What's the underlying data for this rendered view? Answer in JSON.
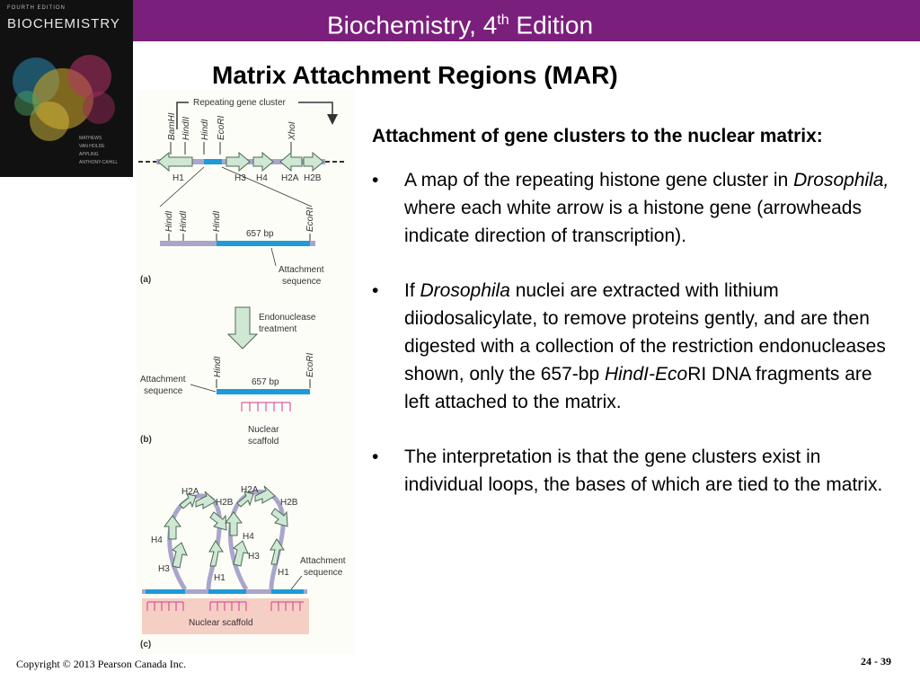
{
  "header": {
    "book_title": "Biochemistry, 4",
    "book_title_sup": "th",
    "book_title_end": " Edition"
  },
  "cover": {
    "edition": "FOURTH EDITION",
    "title": "BIOCHEMISTRY",
    "authors": [
      "MATHEWS",
      "VAN HOLDE",
      "APPLING",
      "ANTHONY-CAHILL"
    ]
  },
  "slide": {
    "title": "Matrix Attachment Regions (MAR)"
  },
  "figure": {
    "a": {
      "cluster_label": "Repeating gene cluster",
      "sites": [
        "BamHI",
        "HindII",
        "HindI",
        "EcoRI",
        "XhoI"
      ],
      "genes": [
        "H1",
        "H3",
        "H4",
        "H2A",
        "H2B"
      ],
      "sites2": [
        "HindI",
        "HindI",
        "HindI",
        "EcoRI"
      ],
      "length": "657 bp",
      "attachment": [
        "Attachment",
        "sequence"
      ],
      "panel_label": "(a)"
    },
    "treatment": [
      "Endonuclease",
      "treatment"
    ],
    "b": {
      "attachment": [
        "Attachment",
        "sequence"
      ],
      "sites": [
        "HindI",
        "EcoRI"
      ],
      "length": "657 bp",
      "scaffold": [
        "Nuclear",
        "scaffold"
      ],
      "panel_label": "(b)"
    },
    "c": {
      "genes": [
        "H2A",
        "H2B",
        "H2A",
        "H2B",
        "H4",
        "H4",
        "H3",
        "H3",
        "H1",
        "H1"
      ],
      "attachment": [
        "Attachment",
        "sequence"
      ],
      "scaffold": "Nuclear scaffold",
      "panel_label": "(c)"
    },
    "colors": {
      "arrow_fill": "#cfe8d4",
      "arrow_stroke": "#4a6a52",
      "attachment_blue": "#1e9ad6",
      "dna_lavender": "#a9a6cc",
      "scaffold_pink": "#f6cfc4",
      "tick_magenta": "#d23b8c"
    }
  },
  "content": {
    "heading": "Attachment of gene clusters to the nuclear matrix:",
    "bullet_symbol": "•",
    "bullets": [
      {
        "p1": "A map of the repeating histone gene cluster in ",
        "i1": "Drosophila,",
        "p2": " where each white arrow is a histone gene (arrowheads indicate direction of transcription)."
      },
      {
        "p1": "If ",
        "i1": "Drosophila",
        "p2": " nuclei are extracted with lithium diiodosalicylate, to remove proteins gently, and are then digested with a collection of the restriction endonucleases shown, only the 657-bp ",
        "i2": "HindI-Eco",
        "p3": "RI DNA fragments are left attached to the matrix."
      },
      {
        "p1": "The interpretation is that the gene clusters exist in individual loops, the bases of which are tied to the matrix."
      }
    ]
  },
  "footer": {
    "copyright": "Copyright © 2013 Pearson Canada Inc.",
    "page": "24 - 39"
  }
}
